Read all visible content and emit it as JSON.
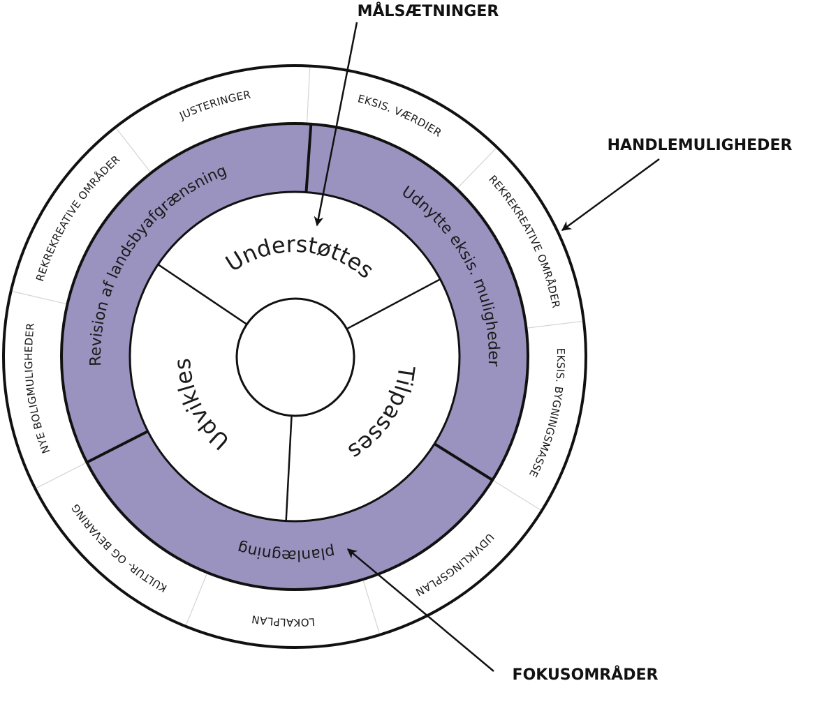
{
  "diagram": {
    "callouts": {
      "goals": "MÅLSÆTNINGER",
      "actions": "HANDLEMULIGHEDER",
      "focus": "FOKUSOMRÅDER"
    },
    "colors": {
      "focus_ring": "#9a93bf",
      "stroke": "#111111",
      "outer_divider": "#d4d4d4",
      "background": "#ffffff"
    },
    "goals": [
      {
        "label": "Understøttes",
        "start_deg": 304,
        "end_deg": 62
      },
      {
        "label": "Tilpasses",
        "start_deg": 62,
        "end_deg": 183
      },
      {
        "label": "Udvikles",
        "start_deg": 183,
        "end_deg": 304
      }
    ],
    "focus_areas": [
      {
        "label": "Udnytte eksis. muligheder",
        "start_deg": 4,
        "end_deg": 122
      },
      {
        "label": "planlægning",
        "start_deg": 122,
        "end_deg": 243
      },
      {
        "label": "Revision af landsbyafgrænsning",
        "start_deg": 243,
        "end_deg": 364
      }
    ],
    "action_options": [
      {
        "label": "EKSIS. VÆRDIER",
        "start_deg": 3,
        "end_deg": 44
      },
      {
        "label": "REKREKREATIVE OMRÅDER",
        "start_deg": 44,
        "end_deg": 83
      },
      {
        "label": "EKSIS. BYGNINGSMASSE",
        "start_deg": 83,
        "end_deg": 122
      },
      {
        "label": "UDVIKLINGSPLAN",
        "start_deg": 122,
        "end_deg": 163
      },
      {
        "label": "LOKALPLAN",
        "start_deg": 163,
        "end_deg": 202
      },
      {
        "label": "KULTUR- OG BEVARING",
        "start_deg": 202,
        "end_deg": 243
      },
      {
        "label": "NYE BOLIGMULIGHEDER",
        "start_deg": 243,
        "end_deg": 283
      },
      {
        "label": "REKREKREATIVE OMRÅDER",
        "start_deg": 283,
        "end_deg": 322
      },
      {
        "label": "JUSTERINGER",
        "start_deg": 322,
        "end_deg": 363
      }
    ]
  }
}
